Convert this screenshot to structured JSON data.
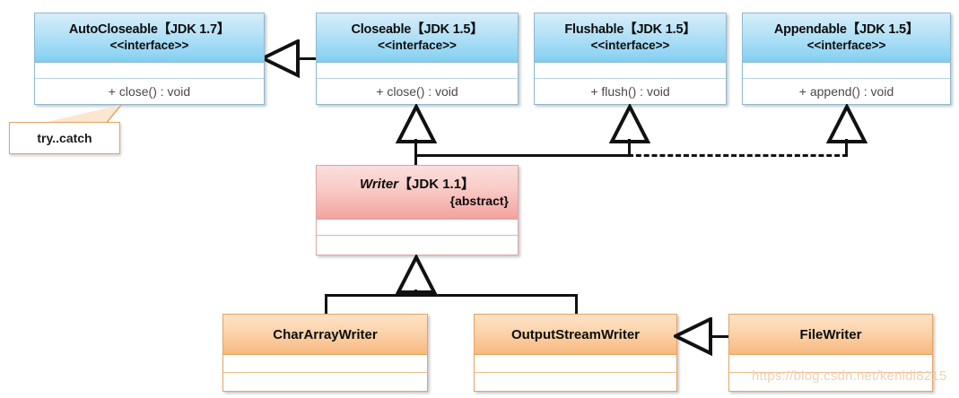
{
  "diagram": {
    "title": "Java Writer class hierarchy UML diagram",
    "watermark": "https://blog.csdn.net/kenidi8215",
    "colors": {
      "interface_header": "#8ed4f3",
      "interface_border": "#8fb8cf",
      "abstract_header": "#f4a7a1",
      "abstract_border": "#d9a7a4",
      "concrete_header": "#f8bb83",
      "concrete_border": "#e2a562",
      "connector": "#111111",
      "note_border": "#e2a562",
      "watermark": "#f0cfb2"
    }
  },
  "interfaces": [
    {
      "name": "AutoCloseable【JDK 1.7】",
      "stereotype": "<<interface>>",
      "member": "+ close() : void"
    },
    {
      "name": "Closeable【JDK 1.5】",
      "stereotype": "<<interface>>",
      "member": "+ close() : void"
    },
    {
      "name": "Flushable【JDK 1.5】",
      "stereotype": "<<interface>>",
      "member": "+ flush() : void"
    },
    {
      "name": "Appendable【JDK 1.5】",
      "stereotype": "<<interface>>",
      "member": "+ append() : void"
    }
  ],
  "abstract_class": {
    "name": "Writer",
    "jdk": "【JDK 1.1】",
    "modifier": "{abstract}"
  },
  "concrete_classes": [
    {
      "name": "CharArrayWriter"
    },
    {
      "name": "OutputStreamWriter"
    },
    {
      "name": "FileWriter"
    }
  ],
  "note": {
    "label": "try..catch"
  },
  "relationships": [
    {
      "from": "Closeable",
      "to": "AutoCloseable",
      "type": "generalization",
      "style": "solid"
    },
    {
      "from": "Writer",
      "to": "Closeable",
      "type": "realization",
      "style": "solid"
    },
    {
      "from": "Writer",
      "to": "Flushable",
      "type": "realization",
      "style": "solid"
    },
    {
      "from": "Writer",
      "to": "Appendable",
      "type": "realization",
      "style": "dashed"
    },
    {
      "from": "CharArrayWriter",
      "to": "Writer",
      "type": "generalization",
      "style": "solid"
    },
    {
      "from": "OutputStreamWriter",
      "to": "Writer",
      "type": "generalization",
      "style": "solid"
    },
    {
      "from": "FileWriter",
      "to": "OutputStreamWriter",
      "type": "generalization",
      "style": "solid"
    }
  ]
}
